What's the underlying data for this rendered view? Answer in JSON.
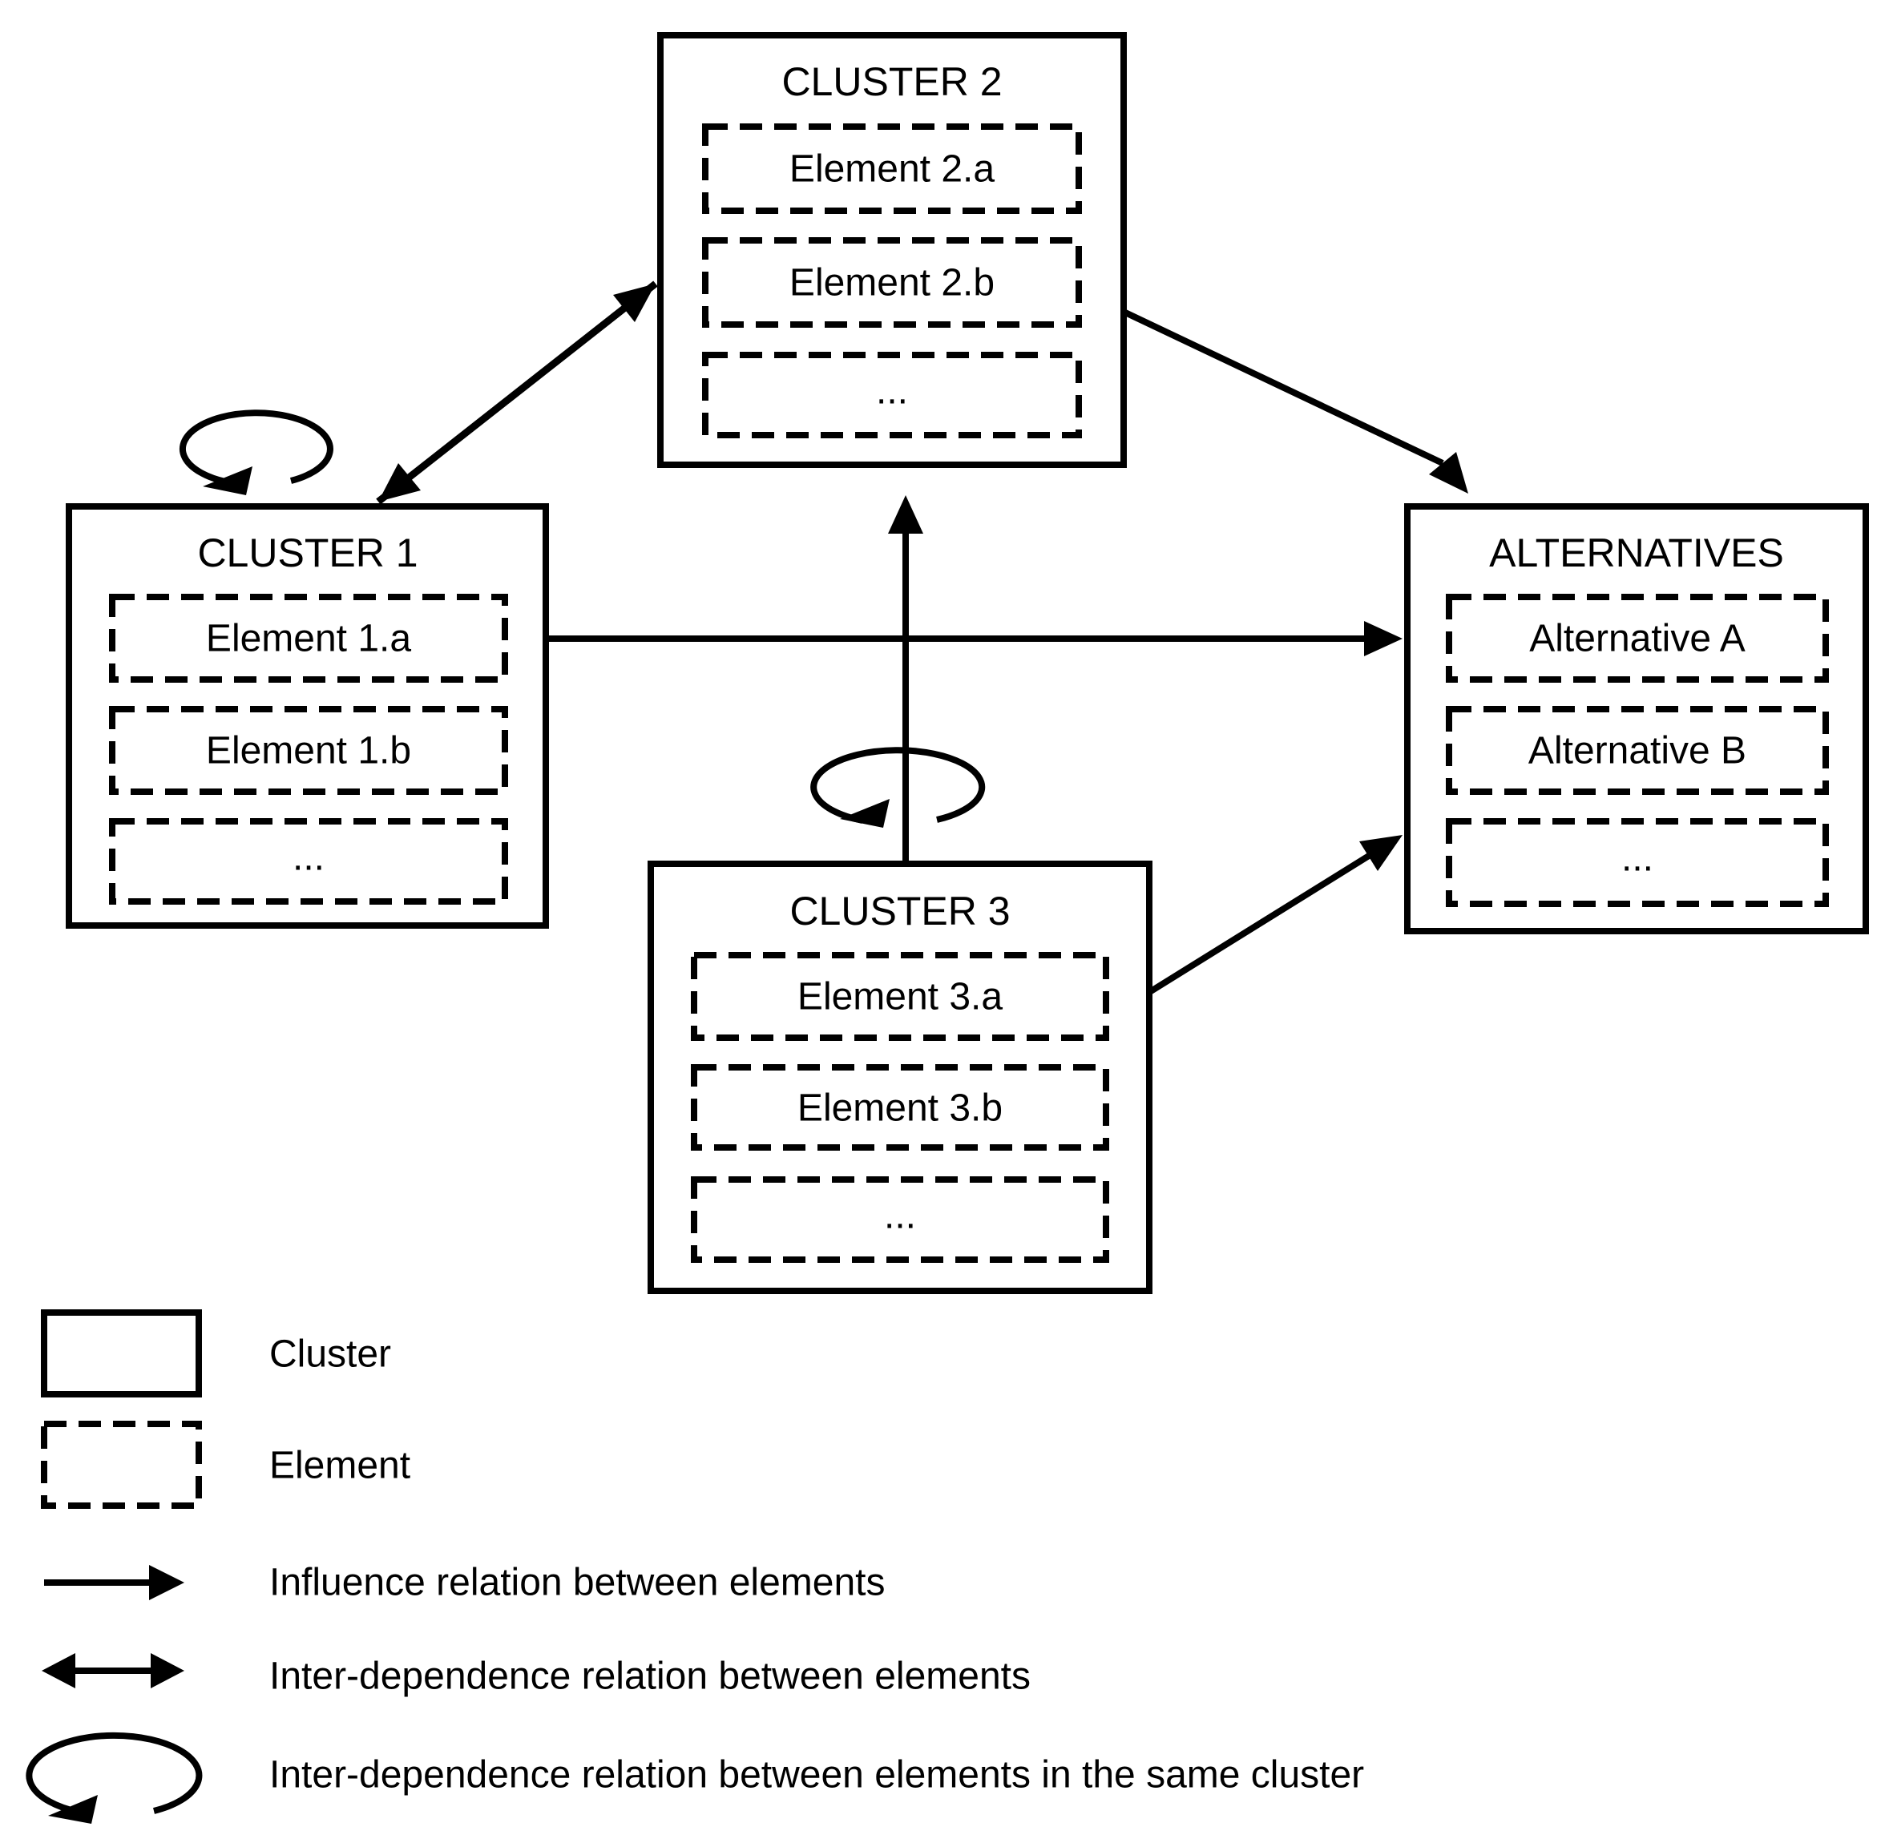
{
  "clusters": {
    "c2": {
      "title": "CLUSTER 2",
      "e1": "Element 2.a",
      "e2": "Element 2.b",
      "more": "..."
    },
    "c1": {
      "title": "CLUSTER 1",
      "e1": "Element 1.a",
      "e2": "Element 1.b",
      "more": "..."
    },
    "alt": {
      "title": "ALTERNATIVES",
      "e1": "Alternative A",
      "e2": "Alternative B",
      "more": "..."
    },
    "c3": {
      "title": "CLUSTER 3",
      "e1": "Element 3.a",
      "e2": "Element 3.b",
      "more": "..."
    }
  },
  "legend": {
    "cluster_label": "Cluster",
    "element_label": "Element",
    "influence_label": "Influence relation between elements",
    "interdependence_label": "Inter-dependence relation between elements",
    "same_cluster_label": "Inter-dependence relation between elements in the same cluster"
  },
  "colors": {
    "ink": "#000000",
    "paper": "#ffffff"
  }
}
